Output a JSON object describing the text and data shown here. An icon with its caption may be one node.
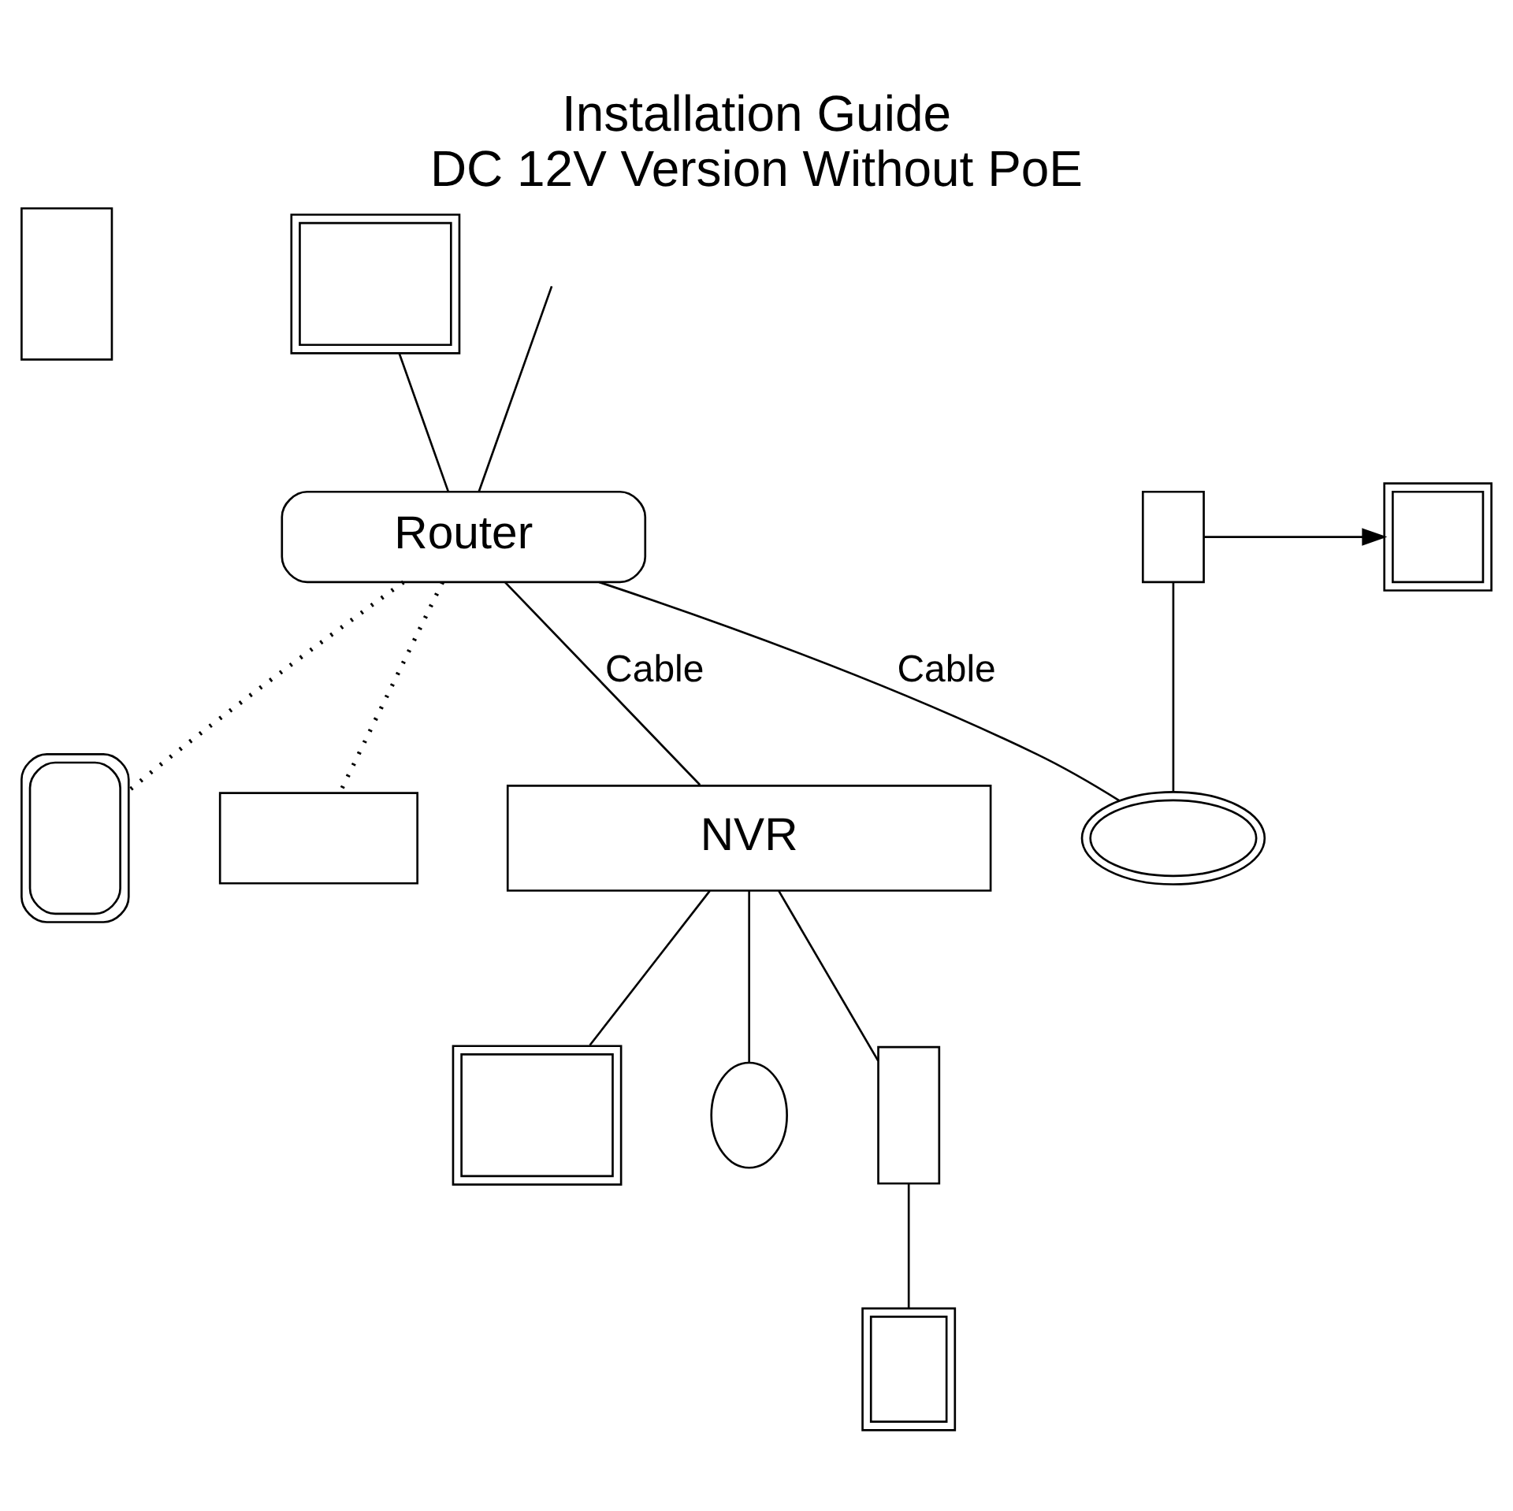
{
  "diagram": {
    "title": "Installation Guide",
    "caption": "DC 12V Version Without PoE",
    "nodes": [
      {
        "text": [],
        "shape": "box"
      },
      {
        "text": [],
        "shape": "box"
      },
      {
        "text": [
          "Router"
        ]
      },
      {
        "text": [],
        "shape": "box"
      },
      {
        "text": [],
        "shape": "box"
      },
      {
        "text": [
          "NVR"
        ]
      },
      {
        "text": [],
        "shape": "circle"
      },
      {
        "text": [],
        "shape": "box"
      },
      {
        "text": [],
        "shape": "box"
      },
      {
        "text": [],
        "shape": "box"
      },
      {
        "text": [],
        "shape": "circle"
      },
      {
        "text": [],
        "shape": "box"
      },
      {
        "text": [],
        "shape": "box"
      }
    ],
    "edges": [
      {
        "from": 1,
        "to": 2,
        "arrow": "none"
      },
      {
        "from": null,
        "to": 2,
        "arrow": "none"
      },
      {
        "from": 2,
        "to": 3,
        "arrow": "none",
        "style": "dashed"
      },
      {
        "from": 2,
        "to": 4,
        "arrow": "none",
        "style": "dashed"
      },
      {
        "from": 2,
        "to": 5,
        "arrow": "none",
        "label": "Cable"
      },
      {
        "from": 2,
        "to": 6,
        "arrow": "none",
        "label": "Cable"
      },
      {
        "from": 7,
        "to": 6,
        "arrow": "none"
      },
      {
        "from": 7,
        "to": 8,
        "arrow": "to"
      },
      {
        "from": 5,
        "to": 9,
        "arrow": "none"
      },
      {
        "from": 5,
        "to": 10,
        "arrow": "none"
      },
      {
        "from": 5,
        "to": 11,
        "arrow": "none"
      },
      {
        "from": 11,
        "to": 12,
        "arrow": "none"
      }
    ]
  }
}
